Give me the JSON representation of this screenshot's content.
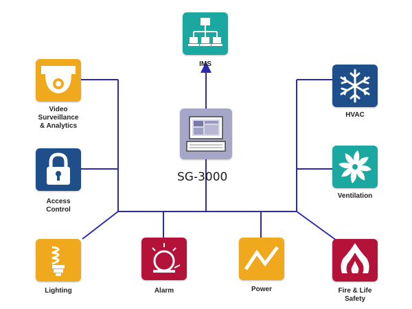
{
  "center": {
    "title": "SG-3000"
  },
  "nodes": {
    "ims": {
      "label": [
        "IMS"
      ],
      "color": "#1aa8a0",
      "icon": "network-icon"
    },
    "video": {
      "label": [
        "Video",
        "Surveillance",
        "& Analytics"
      ],
      "color": "#f0a81c",
      "icon": "security-camera-icon"
    },
    "access": {
      "label": [
        "Access",
        "Control"
      ],
      "color": "#1f4f8a",
      "icon": "padlock-icon"
    },
    "lighting": {
      "label": [
        "Lighting"
      ],
      "color": "#f0a81c",
      "icon": "light-bulb-icon"
    },
    "alarm": {
      "label": [
        "Alarm"
      ],
      "color": "#b5123a",
      "icon": "alarm-bell-icon"
    },
    "power": {
      "label": [
        "Power"
      ],
      "color": "#f0a81c",
      "icon": "lightning-icon"
    },
    "fire": {
      "label": [
        "Fire & Life",
        "Safety"
      ],
      "color": "#b5123a",
      "icon": "flame-icon"
    },
    "hvac": {
      "label": [
        "HVAC"
      ],
      "color": "#1f4f8a",
      "icon": "snowflake-icon"
    },
    "ventilation": {
      "label": [
        "Ventilation"
      ],
      "color": "#1aa8a0",
      "icon": "fan-icon"
    }
  },
  "colors": {
    "line": "#2a2ab0",
    "computer_tile": "#a5a6c8"
  }
}
